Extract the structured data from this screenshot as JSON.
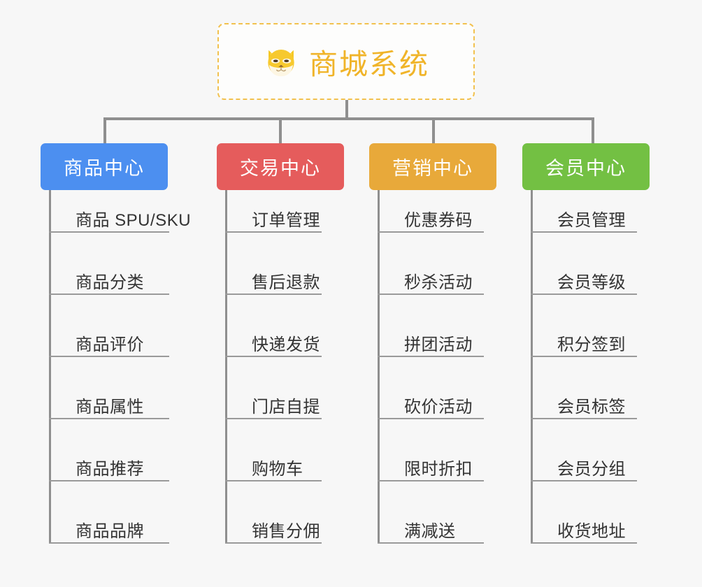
{
  "background_color": "#f7f7f7",
  "root": {
    "title": "商城系统",
    "icon": "shiba-inu-dog-emoji",
    "text_color": "#f0b429",
    "border_color": "#f2c14e"
  },
  "connector_color": "#8f8f8f",
  "columns": [
    {
      "id": "product-center",
      "title": "商品中心",
      "color": "#4c8ff0",
      "items": [
        "商品 SPU/SKU",
        "商品分类",
        "商品评价",
        "商品属性",
        "商品推荐",
        "商品品牌"
      ]
    },
    {
      "id": "trade-center",
      "title": "交易中心",
      "color": "#e55c5c",
      "items": [
        "订单管理",
        "售后退款",
        "快递发货",
        "门店自提",
        "购物车",
        "销售分佣"
      ]
    },
    {
      "id": "marketing-center",
      "title": "营销中心",
      "color": "#e8a93a",
      "items": [
        "优惠券码",
        "秒杀活动",
        "拼团活动",
        "砍价活动",
        "限时折扣",
        "满减送"
      ]
    },
    {
      "id": "member-center",
      "title": "会员中心",
      "color": "#73c043",
      "items": [
        "会员管理",
        "会员等级",
        "积分签到",
        "会员标签",
        "会员分组",
        "收货地址"
      ]
    }
  ]
}
